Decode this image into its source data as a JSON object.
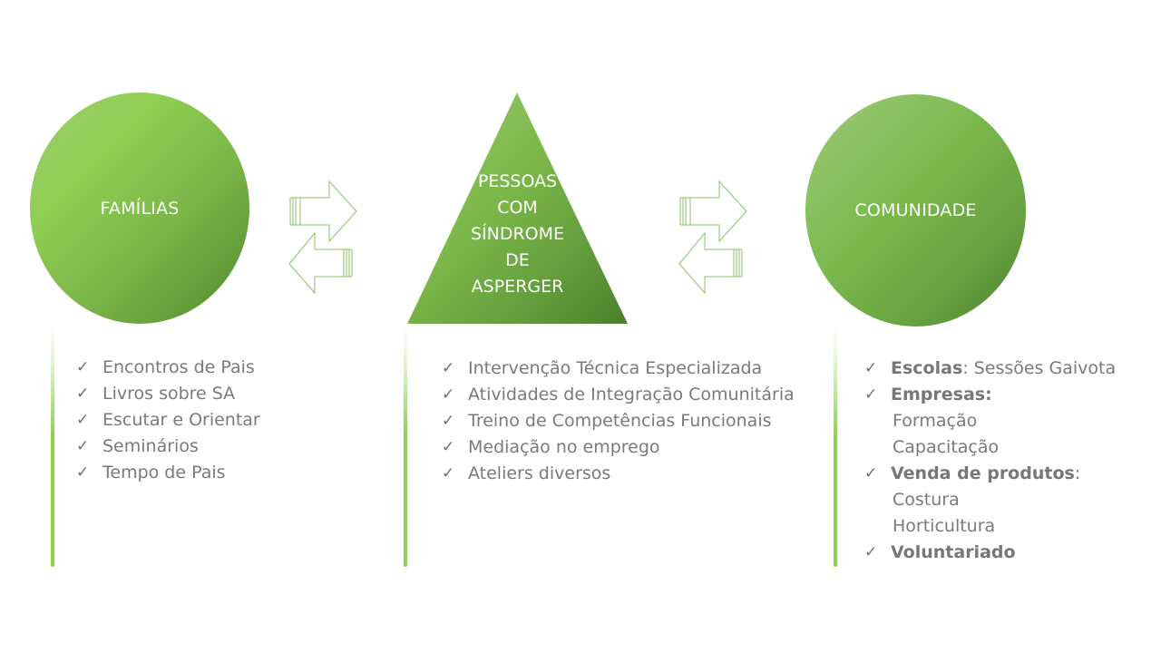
{
  "diagram": {
    "colors": {
      "green_light": "#92d050",
      "green_dark": "#4f8a2e",
      "text_gray": "#7a7a7a",
      "shape_text": "#ffffff"
    },
    "nodes": [
      {
        "id": "familias",
        "shape": "circle",
        "label": "FAMÍLIAS"
      },
      {
        "id": "pessoas",
        "shape": "triangle",
        "label": "PESSOAS\nCOM\nSÍNDROME\nDE\nASPERGER"
      },
      {
        "id": "comunidade",
        "shape": "circle",
        "label": "COMUNIDADE"
      }
    ],
    "connectors": [
      {
        "from": "familias",
        "to": "pessoas",
        "type": "bidirectional-arrows"
      },
      {
        "from": "pessoas",
        "to": "comunidade",
        "type": "bidirectional-arrows"
      }
    ],
    "lists": {
      "familias": [
        {
          "text": "Encontros de Pais"
        },
        {
          "text": "Livros sobre SA"
        },
        {
          "text": "Escutar e Orientar"
        },
        {
          "text": "Seminários"
        },
        {
          "text": "Tempo de Pais"
        }
      ],
      "pessoas": [
        {
          "text": "Intervenção Técnica Especializada"
        },
        {
          "text": "Atividades de Integração Comunitária"
        },
        {
          "text": "Treino de Competências Funcionais"
        },
        {
          "text": "Mediação no emprego"
        },
        {
          "text": "Ateliers diversos"
        }
      ],
      "comunidade": [
        {
          "bold": "Escolas",
          "rest": ": Sessões Gaivota",
          "checked": true
        },
        {
          "bold": "Empresas:",
          "rest": "",
          "checked": true
        },
        {
          "bold": "",
          "rest": "Formação",
          "checked": false
        },
        {
          "bold": "",
          "rest": "Capacitação",
          "checked": false
        },
        {
          "bold": "Venda de produtos",
          "rest": ":",
          "checked": true
        },
        {
          "bold": "",
          "rest": "Costura",
          "checked": false
        },
        {
          "bold": "",
          "rest": "Horticultura",
          "checked": false
        },
        {
          "bold": "Voluntariado",
          "rest": "",
          "checked": true
        }
      ]
    },
    "check_glyph": "✓"
  }
}
